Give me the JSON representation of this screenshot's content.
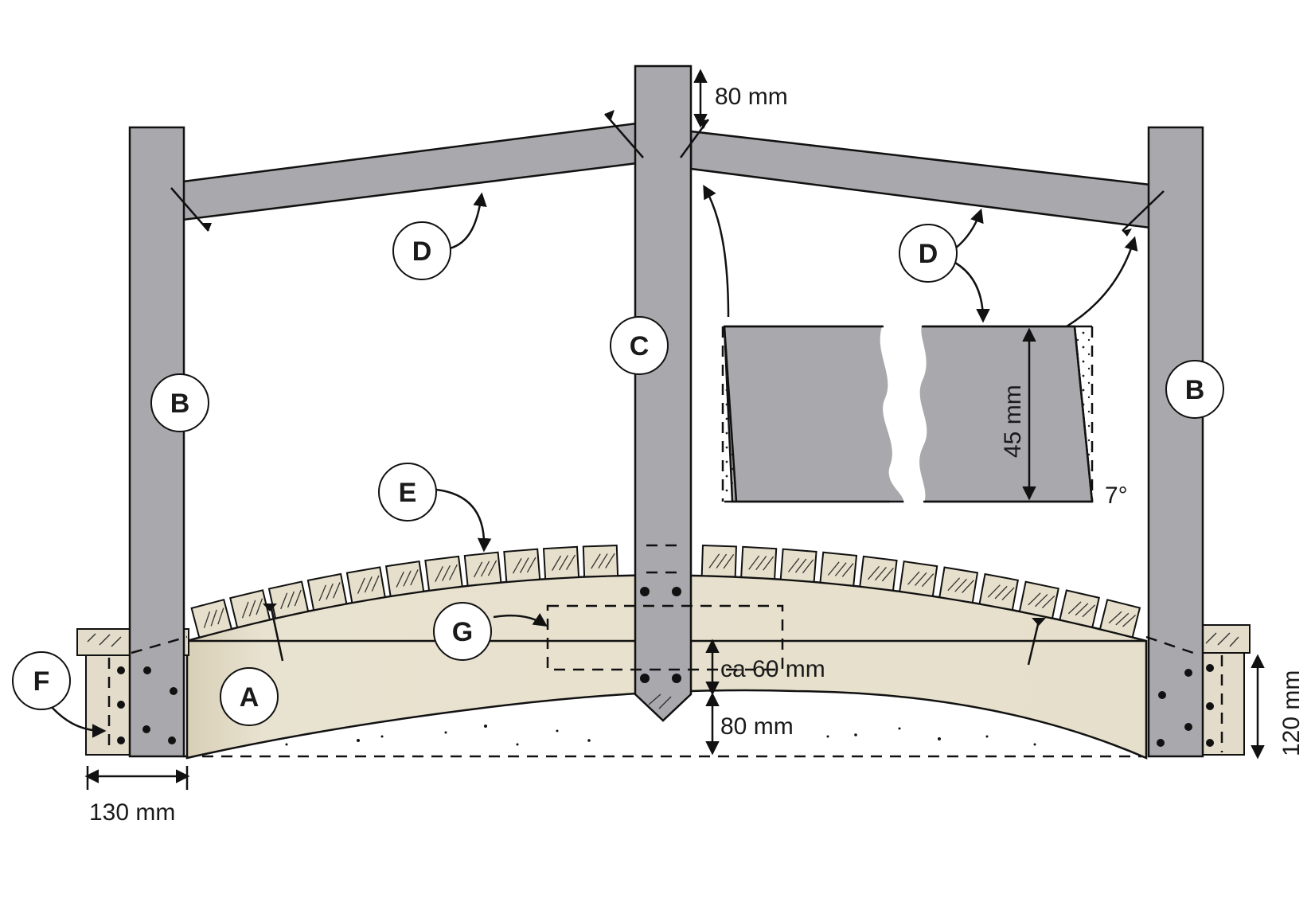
{
  "title": "Garden bridge construction diagram",
  "colors": {
    "post_gray": "#a9a8ac",
    "wood_beige": "#e6dfcb",
    "ink": "#111111",
    "background": "#ffffff"
  },
  "part_labels": {
    "A": "A",
    "B_left": "B",
    "B_right": "B",
    "C": "C",
    "D_left": "D",
    "D_right": "D",
    "E": "E",
    "F": "F",
    "G": "G"
  },
  "dimensions": {
    "post_top_overhang": "80 mm",
    "beam_depth_at_post": "ca 60 mm",
    "post_below_beam": "80 mm",
    "foot_width": "130 mm",
    "foot_height": "120 mm",
    "detail_height": "45 mm",
    "detail_angle": "7°"
  }
}
